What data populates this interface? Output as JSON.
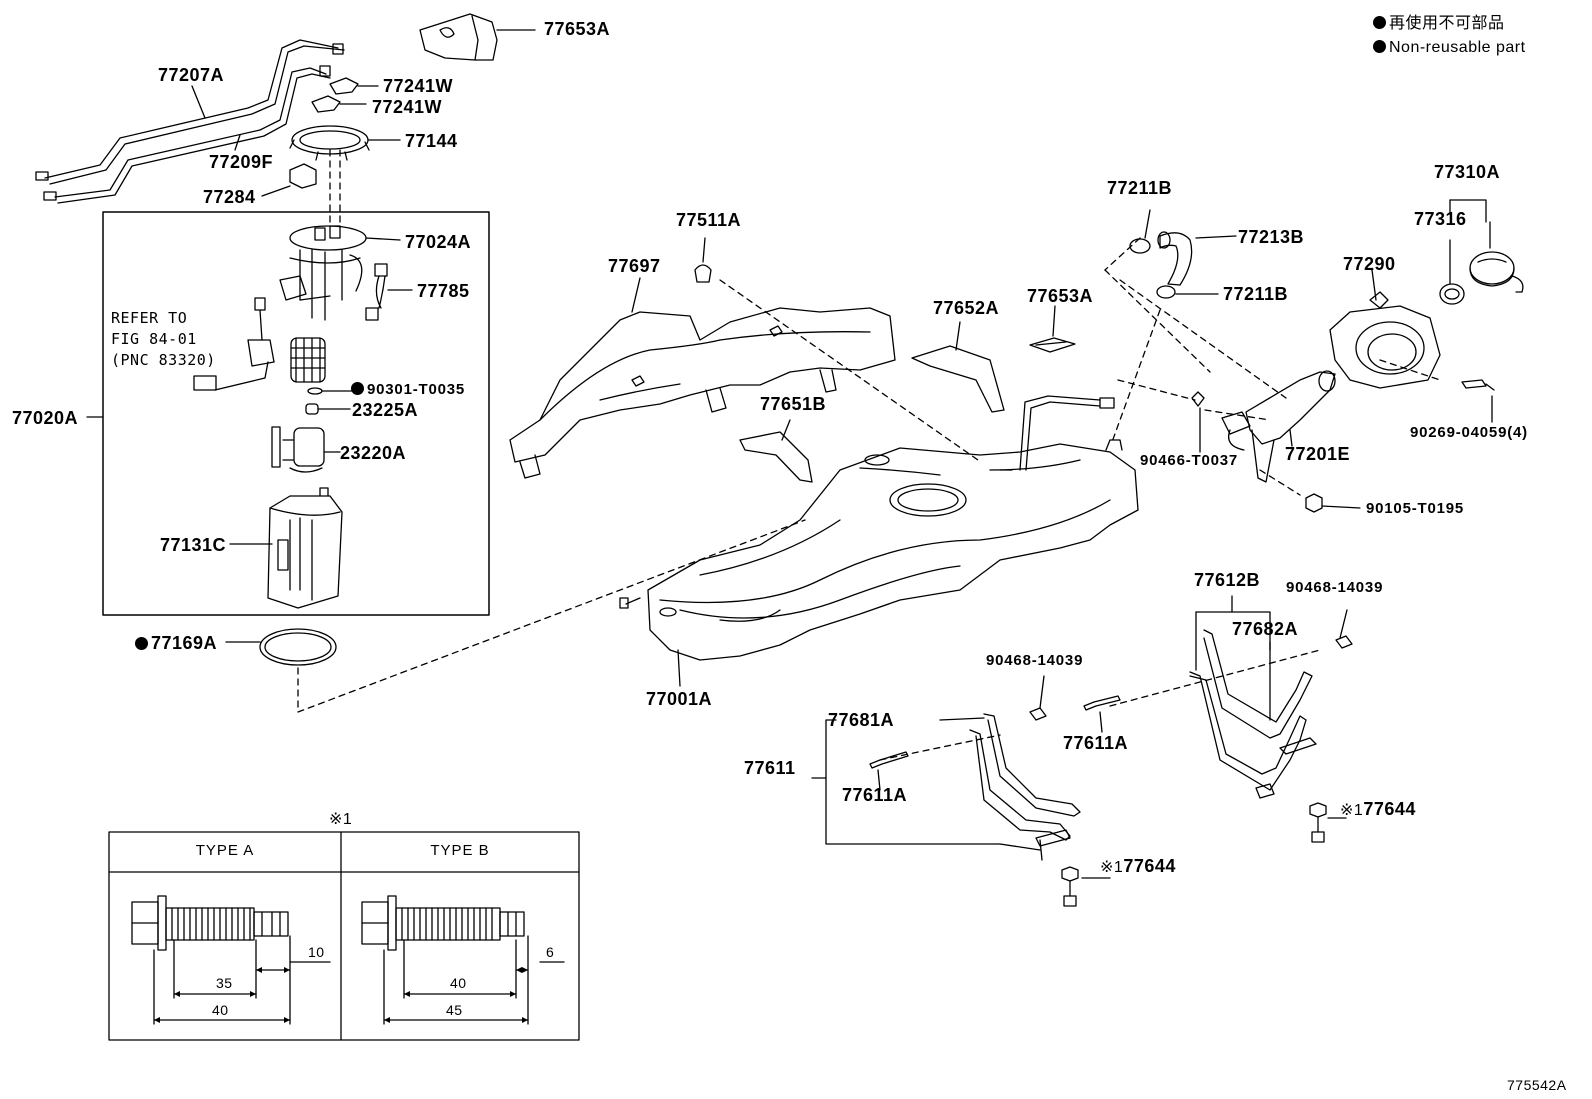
{
  "legend": {
    "line1": "再使用不可部品",
    "line2": "Non-reusable part"
  },
  "parts": {
    "p77653A_top": "77653A",
    "p77207A": "77207A",
    "p77241W_1": "77241W",
    "p77241W_2": "77241W",
    "p77144": "77144",
    "p77209F": "77209F",
    "p77284": "77284",
    "p77024A": "77024A",
    "p77785": "77785",
    "p90301": "90301-T0035",
    "p23225A": "23225A",
    "p23220A": "23220A",
    "p77020A": "77020A",
    "p77131C": "77131C",
    "p77169A": "77169A",
    "p77511A": "77511A",
    "p77697": "77697",
    "p77651B": "77651B",
    "p77652A": "77652A",
    "p77653A_mid": "77653A",
    "p77211B_top": "77211B",
    "p77213B": "77213B",
    "p77211B_bot": "77211B",
    "p77310A": "77310A",
    "p77316": "77316",
    "p77290": "77290",
    "p90269": "90269-04059(4)",
    "p90466": "90466-T0037",
    "p77201E": "77201E",
    "p90105": "90105-T0195",
    "p77001A": "77001A",
    "p77612B": "77612B",
    "p90468_right": "90468-14039",
    "p77682A": "77682A",
    "p90468_mid": "90468-14039",
    "p77681A": "77681A",
    "p77611A_mid": "77611A",
    "p77611": "77611",
    "p77611A_left": "77611A",
    "p77644_right": "77644",
    "p77644_bottom": "77644"
  },
  "refer": {
    "line1": "REFER TO",
    "line2": "FIG 84-01",
    "line3": "(PNC 83320)"
  },
  "note_mark": "※1",
  "note_mark_small": "※1",
  "types_table": {
    "mark": "※1",
    "type_a": "TYPE A",
    "type_b": "TYPE B",
    "a_dims": {
      "end": "10",
      "thread": "35",
      "total": "40"
    },
    "b_dims": {
      "end": "6",
      "thread": "40",
      "total": "45"
    }
  },
  "figure_id": "775542A",
  "colors": {
    "ink": "#000000",
    "background": "#ffffff"
  }
}
